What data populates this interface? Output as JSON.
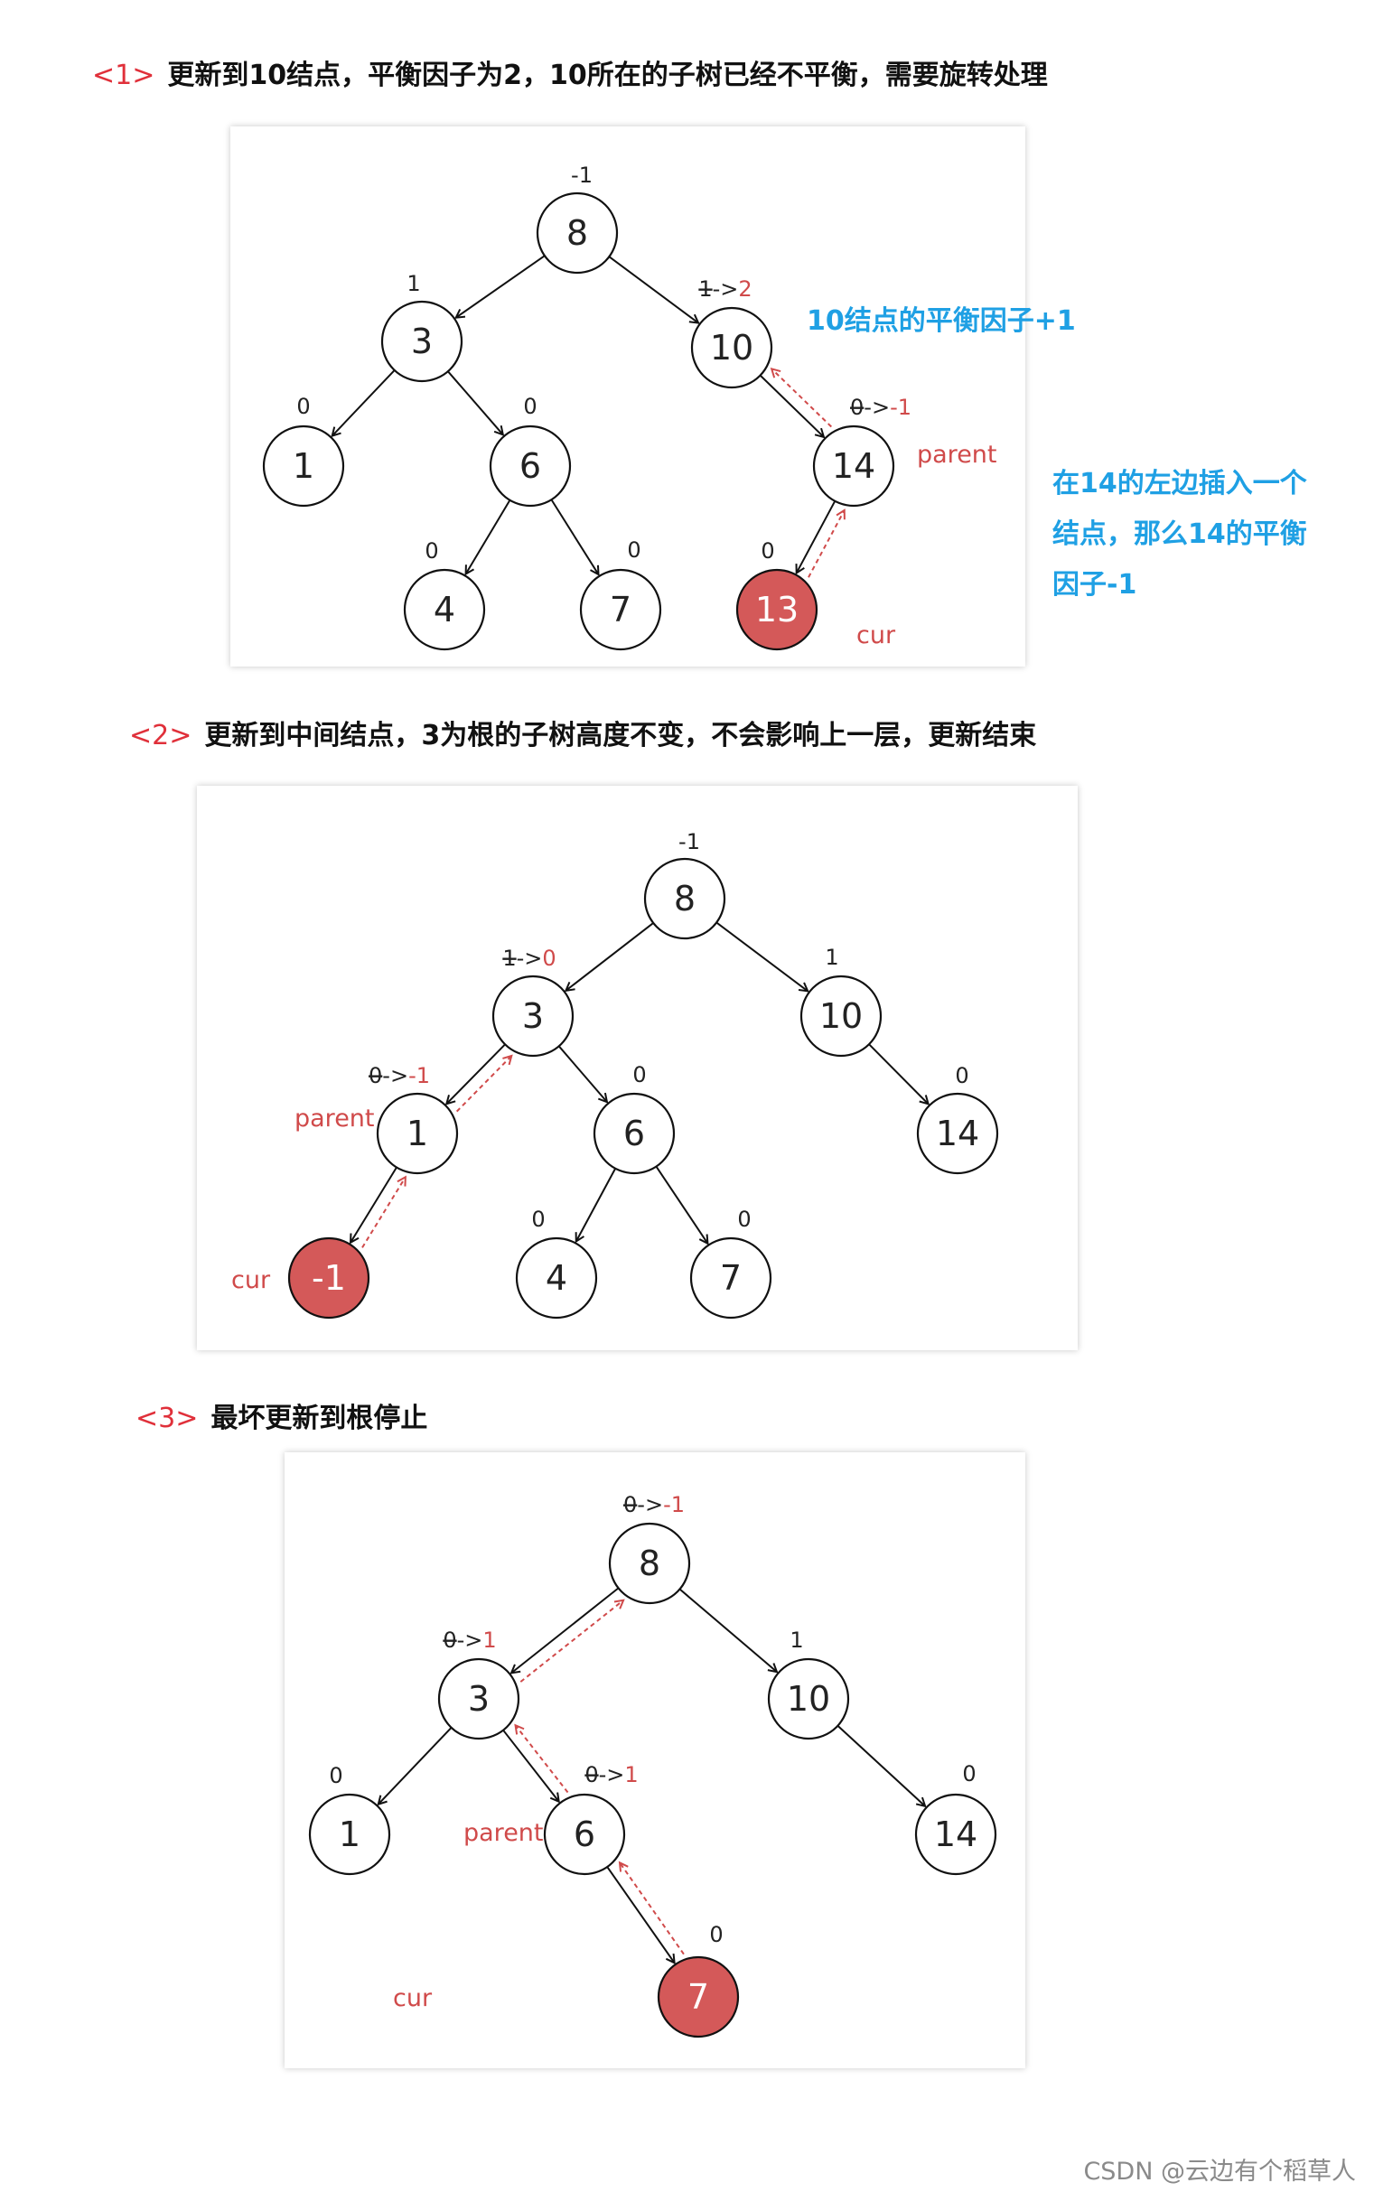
{
  "sections": [
    {
      "number": "<1>",
      "heading": "更新到10结点，平衡因子为2，10所在的子树已经不平衡，需要旋转处理",
      "nodes": [
        {
          "id": "n8",
          "label": "8",
          "bf": "-1"
        },
        {
          "id": "n3",
          "label": "3",
          "bf": "1"
        },
        {
          "id": "n10",
          "label": "10",
          "bf_old": "1",
          "bf_new": "2"
        },
        {
          "id": "n1",
          "label": "1",
          "bf": "0"
        },
        {
          "id": "n6",
          "label": "6",
          "bf": "0"
        },
        {
          "id": "n14",
          "label": "14",
          "bf_old": "0",
          "bf_new": "-1",
          "role": "parent"
        },
        {
          "id": "n4",
          "label": "4",
          "bf": "0"
        },
        {
          "id": "n7",
          "label": "7",
          "bf": "0"
        },
        {
          "id": "n13",
          "label": "13",
          "bf": "0",
          "highlight": true,
          "role": "cur"
        }
      ],
      "edges": [
        [
          "n8",
          "n3"
        ],
        [
          "n8",
          "n10"
        ],
        [
          "n3",
          "n1"
        ],
        [
          "n3",
          "n6"
        ],
        [
          "n10",
          "n14"
        ],
        [
          "n6",
          "n4"
        ],
        [
          "n6",
          "n7"
        ],
        [
          "n14",
          "n13"
        ]
      ],
      "update_path": [
        [
          "n13",
          "n14"
        ],
        [
          "n14",
          "n10"
        ]
      ],
      "notes": [
        "10结点的平衡因子+1",
        "在14的左边插入一个",
        "结点，那么14的平衡",
        "因子-1"
      ],
      "labels": {
        "parent": "parent",
        "cur": "cur"
      }
    },
    {
      "number": "<2>",
      "heading": "更新到中间结点，3为根的子树高度不变，不会影响上一层，更新结束",
      "nodes": [
        {
          "id": "n8",
          "label": "8",
          "bf": "-1"
        },
        {
          "id": "n3",
          "label": "3",
          "bf_old": "1",
          "bf_new": "0"
        },
        {
          "id": "n10",
          "label": "10",
          "bf": "1"
        },
        {
          "id": "n1",
          "label": "1",
          "bf_old": "0",
          "bf_new": "-1",
          "role": "parent"
        },
        {
          "id": "n6",
          "label": "6",
          "bf": "0"
        },
        {
          "id": "n14",
          "label": "14",
          "bf": "0"
        },
        {
          "id": "nm1",
          "label": "-1",
          "highlight": true,
          "role": "cur"
        },
        {
          "id": "n4",
          "label": "4",
          "bf": "0"
        },
        {
          "id": "n7",
          "label": "7",
          "bf": "0"
        }
      ],
      "edges": [
        [
          "n8",
          "n3"
        ],
        [
          "n8",
          "n10"
        ],
        [
          "n3",
          "n1"
        ],
        [
          "n3",
          "n6"
        ],
        [
          "n10",
          "n14"
        ],
        [
          "n1",
          "nm1"
        ],
        [
          "n6",
          "n4"
        ],
        [
          "n6",
          "n7"
        ]
      ],
      "update_path": [
        [
          "nm1",
          "n1"
        ],
        [
          "n1",
          "n3"
        ]
      ],
      "labels": {
        "parent": "parent",
        "cur": "cur"
      }
    },
    {
      "number": "<3>",
      "heading": "最坏更新到根停止",
      "nodes": [
        {
          "id": "n8",
          "label": "8",
          "bf_old": "0",
          "bf_new": "-1"
        },
        {
          "id": "n3",
          "label": "3",
          "bf_old": "0",
          "bf_new": "1"
        },
        {
          "id": "n10",
          "label": "10",
          "bf": "1"
        },
        {
          "id": "n1",
          "label": "1",
          "bf": "0"
        },
        {
          "id": "n6",
          "label": "6",
          "bf_old": "0",
          "bf_new": "1",
          "role": "parent"
        },
        {
          "id": "n14",
          "label": "14",
          "bf": "0"
        },
        {
          "id": "n7",
          "label": "7",
          "bf": "0",
          "highlight": true,
          "role": "cur"
        }
      ],
      "edges": [
        [
          "n8",
          "n3"
        ],
        [
          "n8",
          "n10"
        ],
        [
          "n3",
          "n1"
        ],
        [
          "n3",
          "n6"
        ],
        [
          "n10",
          "n14"
        ],
        [
          "n6",
          "n7"
        ]
      ],
      "update_path": [
        [
          "n7",
          "n6"
        ],
        [
          "n6",
          "n3"
        ],
        [
          "n3",
          "n8"
        ]
      ],
      "labels": {
        "parent": "parent",
        "cur": "cur"
      }
    }
  ],
  "colors": {
    "highlight_fill": "#d45959",
    "path": "#d04a4a",
    "note": "#1fa0e4",
    "heading_number": "#e0303a"
  },
  "watermark": "CSDN @云边有个稻草人"
}
